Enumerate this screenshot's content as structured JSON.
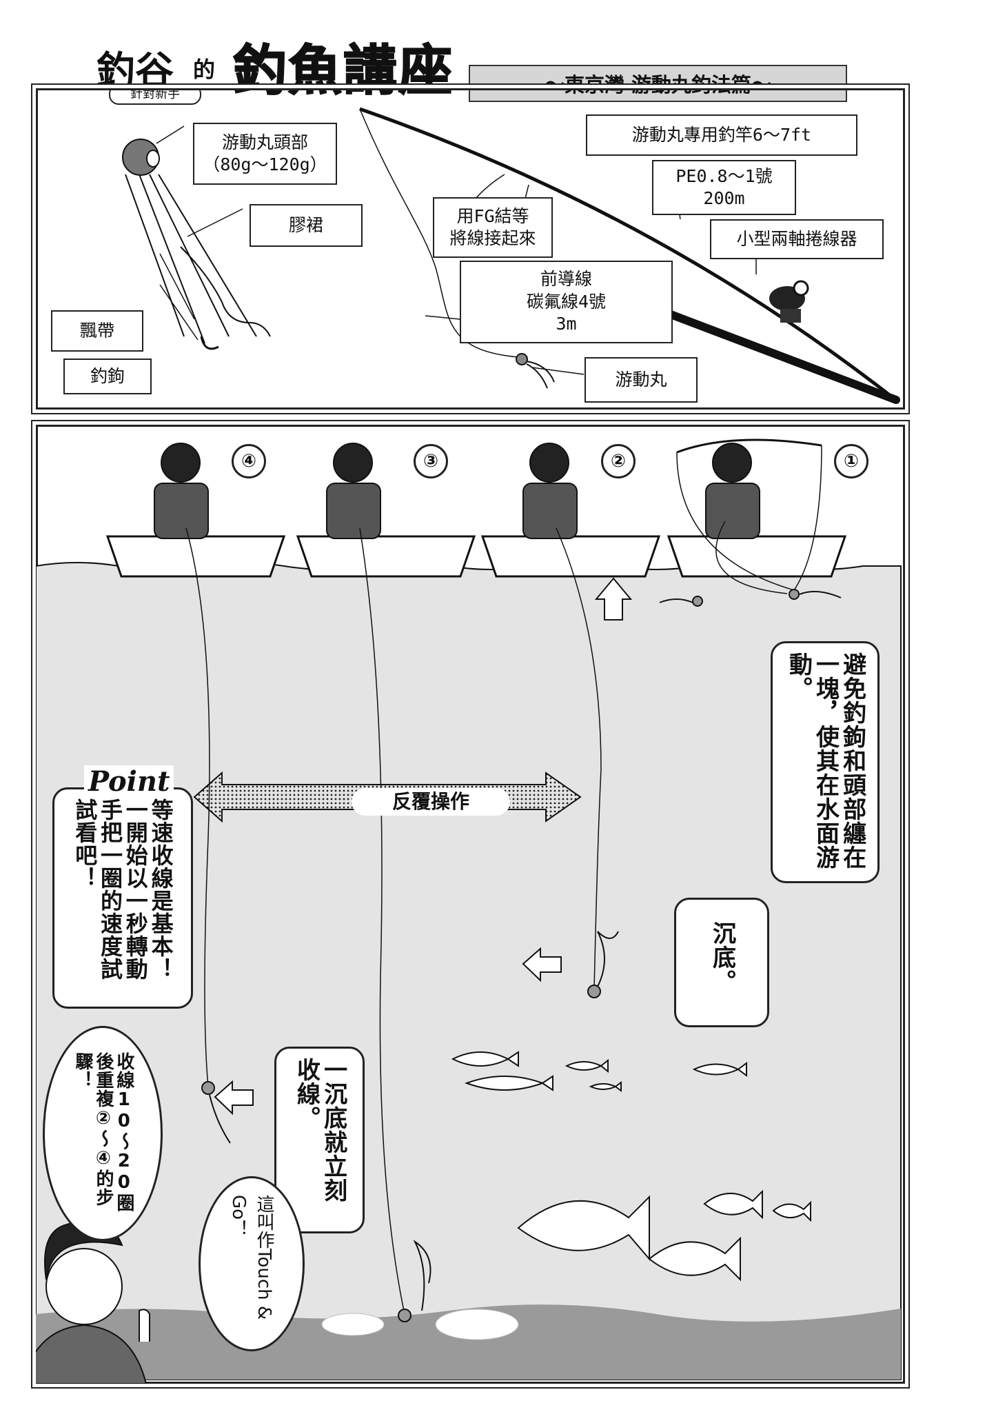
{
  "header": {
    "author": "釣谷",
    "particle": "的",
    "course_title": "釣魚講座",
    "badge": "針對新手",
    "subtitle": "～東京灣 游動丸釣法篇～"
  },
  "gear_diagram": {
    "lure_head": "游動丸頭部\n（80g～120g）",
    "skirt": "膠裙",
    "streamer": "飄帶",
    "hook": "釣鉤",
    "rod": "游動丸專用釣竿6～7ft",
    "line": "PE0.8～1號\n200m",
    "reel": "小型兩軸捲線器",
    "knot": "用FG結等\n將線接起來",
    "leader": "前導線\n碳氟線4號\n3m",
    "lure": "游動丸"
  },
  "steps": {
    "num_1": "①",
    "num_2": "②",
    "num_3": "③",
    "num_4": "④",
    "note_1": "避免釣鉤和頭部纏在一塊，使其在水面游動。",
    "note_2": "沉底。",
    "note_3": "一沉底就立刻收線。",
    "repeat_label": "反覆操作",
    "point_label": "Point",
    "point_text": "等速收線是基本！一開始以一秒轉動手把一圈的速度試試看吧！",
    "repeat_steps": "收線10～20圈後重複②～④的步驟！",
    "touch_and_go": "這叫作Touch & Go！"
  },
  "colors": {
    "water": "#e4e4e4",
    "seabed": "#9a9a9a",
    "ink": "#111111"
  }
}
